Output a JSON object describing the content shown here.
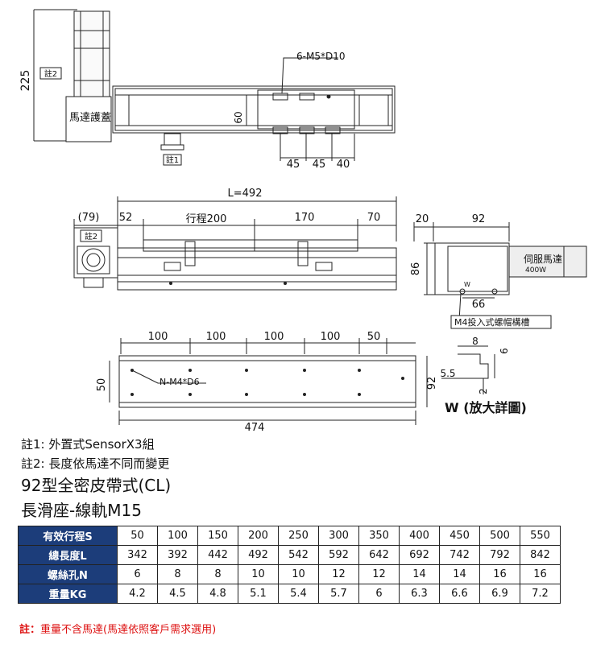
{
  "drawing": {
    "dims": {
      "height_225": "225",
      "note2_tag": "註2",
      "note1_tag": "註1",
      "motor_cover": "馬達護蓋",
      "height_60": "60",
      "holes_top": "6-M5*D10",
      "pitch_a": "45",
      "pitch_b": "45",
      "pitch_c": "40",
      "total_L": "L=492",
      "offset_79": "(79)",
      "left_52": "52",
      "stroke": "行程200",
      "carriage_170": "170",
      "right_70": "70",
      "end_20": "20",
      "width_92": "92",
      "height_86": "86",
      "servo_motor": "伺服馬達",
      "servo_power": "400W",
      "w_mark": "W",
      "slot_66": "66",
      "nut_slot": "M4投入式螺帽構槽",
      "bottom_100_1": "100",
      "bottom_100_2": "100",
      "bottom_100_3": "100",
      "bottom_100_4": "100",
      "bottom_50": "50",
      "bottom_holes": "N-M4*D6",
      "bottom_height_50": "50",
      "bottom_width_92": "92",
      "bottom_length": "474",
      "detail_8": "8",
      "detail_6": "6",
      "detail_5_5": "5.5",
      "detail_2": "2",
      "detail_title": "W (放大詳圖)"
    }
  },
  "notes": {
    "note1": "註1: 外置式SensorX3組",
    "note2": "註2: 長度依馬達不同而變更",
    "title1": "92型全密皮帶式(CL)",
    "title2": "長滑座-線軌M15"
  },
  "table": {
    "rows": [
      {
        "header": "有效行程S",
        "values": [
          "50",
          "100",
          "150",
          "200",
          "250",
          "300",
          "350",
          "400",
          "450",
          "500",
          "550"
        ]
      },
      {
        "header": "總長度L",
        "values": [
          "342",
          "392",
          "442",
          "492",
          "542",
          "592",
          "642",
          "692",
          "742",
          "792",
          "842"
        ]
      },
      {
        "header": "螺絲孔N",
        "values": [
          "6",
          "8",
          "8",
          "10",
          "10",
          "12",
          "12",
          "14",
          "14",
          "16",
          "16"
        ]
      },
      {
        "header": "重量KG",
        "values": [
          "4.2",
          "4.5",
          "4.8",
          "5.1",
          "5.4",
          "5.7",
          "6",
          "6.3",
          "6.6",
          "6.9",
          "7.2"
        ]
      }
    ]
  },
  "footnote": {
    "label": "註：",
    "text": "重量不含馬達(馬達依照客戶需求選用)"
  },
  "colors": {
    "table_header_bg": "#1c3d7a",
    "footnote": "#dd1111"
  }
}
